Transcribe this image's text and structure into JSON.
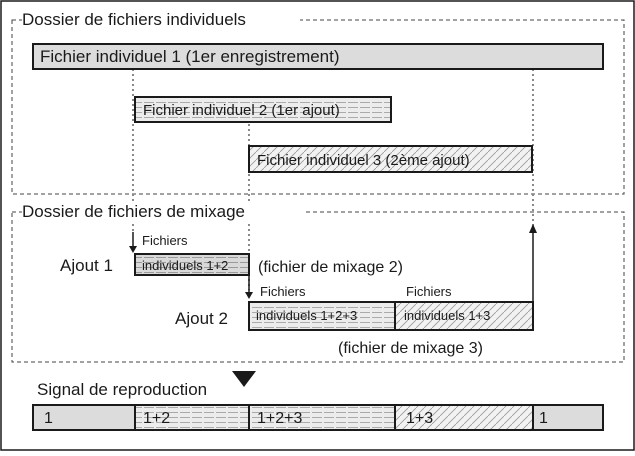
{
  "folders": {
    "individual": {
      "label": "Dossier de fichiers individuels"
    },
    "mixing": {
      "label": "Dossier de fichiers de mixage"
    }
  },
  "files": {
    "file1": "Fichier individuel 1 (1er enregistrement)",
    "file2": "Fichier individuel 2 (1er ajout)",
    "file3": "Fichier individuel 3 (2ème ajout)"
  },
  "mix": {
    "step1": {
      "label": "Ajout 1",
      "top_label": "Fichiers",
      "box_label": "individuels 1+2",
      "caption": "(fichier de mixage 2)"
    },
    "step2": {
      "label": "Ajout 2",
      "top_label_a": "Fichiers",
      "box_label_a": "individuels 1+2+3",
      "top_label_b": "Fichiers",
      "box_label_b": "individuels 1+3",
      "caption": "(fichier de mixage 3)"
    }
  },
  "playback": {
    "label": "Signal de reproduction",
    "segments": [
      "1",
      "1+2",
      "1+2+3",
      "1+3",
      "1"
    ]
  },
  "colors": {
    "outline": "#1a1a1a",
    "dash": "#444444",
    "file1_fill": "#dcdcdc",
    "file2_fill": "#ececec",
    "file3_fill": "#f2f2f2",
    "mix_fill": "#d9d9d9"
  }
}
